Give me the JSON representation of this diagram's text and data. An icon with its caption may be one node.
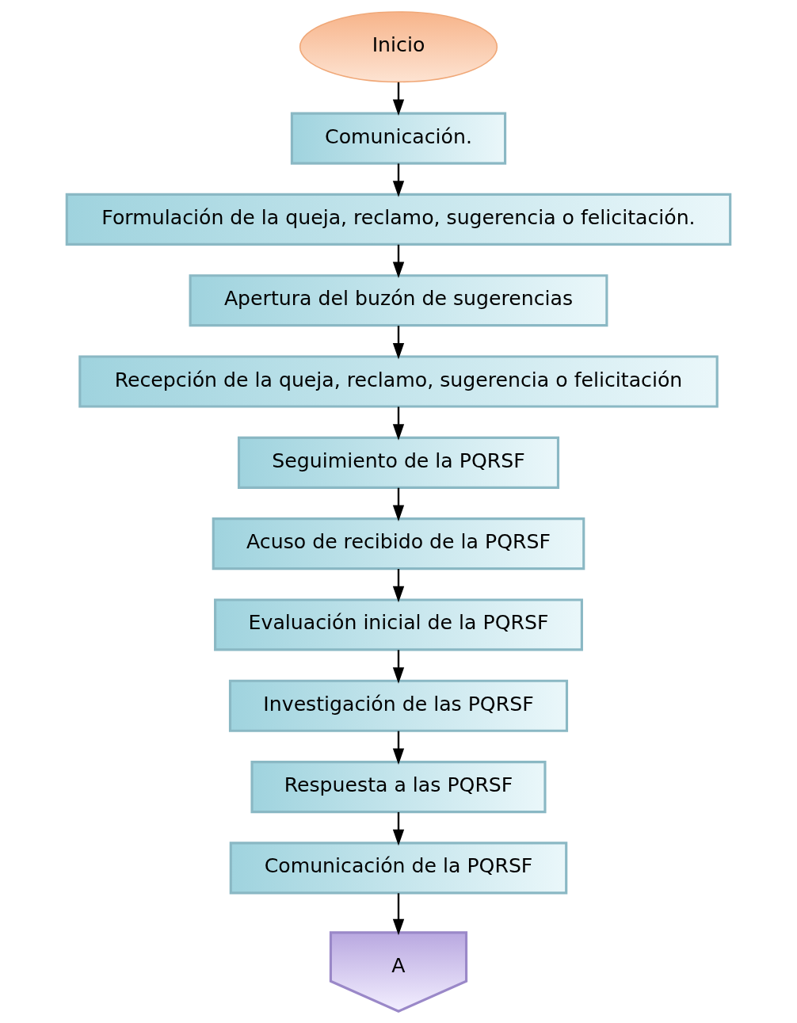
{
  "diagram": {
    "nodes": [
      {
        "text": [
          "Inicio"
        ]
      },
      {
        "text": [
          "Comunicación."
        ]
      },
      {
        "text": [
          "Formulación de la queja, reclamo, sugerencia o felicitación."
        ]
      },
      {
        "text": [
          "Apertura del buzón de sugerencias"
        ]
      },
      {
        "text": [
          "Recepción de la queja, reclamo, sugerencia o felicitación"
        ]
      },
      {
        "text": [
          "Seguimiento de la PQRSF"
        ]
      },
      {
        "text": [
          "Acuso de recibido de la PQRSF"
        ]
      },
      {
        "text": [
          "Evaluación inicial de la PQRSF"
        ]
      },
      {
        "text": [
          "Investigación de las PQRSF"
        ]
      },
      {
        "text": [
          "Respuesta a las PQRSF"
        ]
      },
      {
        "text": [
          "Comunicación de la PQRSF"
        ]
      },
      {
        "text": [
          "A"
        ]
      }
    ],
    "edges": [
      {
        "from": 0,
        "to": 1,
        "arrow": "to"
      },
      {
        "from": 1,
        "to": 2,
        "arrow": "to"
      },
      {
        "from": 2,
        "to": 3,
        "arrow": "to"
      },
      {
        "from": 3,
        "to": 4,
        "arrow": "to"
      },
      {
        "from": 4,
        "to": 5,
        "arrow": "to"
      },
      {
        "from": 5,
        "to": 6,
        "arrow": "to"
      },
      {
        "from": 6,
        "to": 7,
        "arrow": "to"
      },
      {
        "from": 7,
        "to": 8,
        "arrow": "to"
      },
      {
        "from": 8,
        "to": 9,
        "arrow": "to"
      },
      {
        "from": 9,
        "to": 10,
        "arrow": "to"
      },
      {
        "from": 10,
        "to": 11,
        "arrow": "to"
      }
    ]
  }
}
